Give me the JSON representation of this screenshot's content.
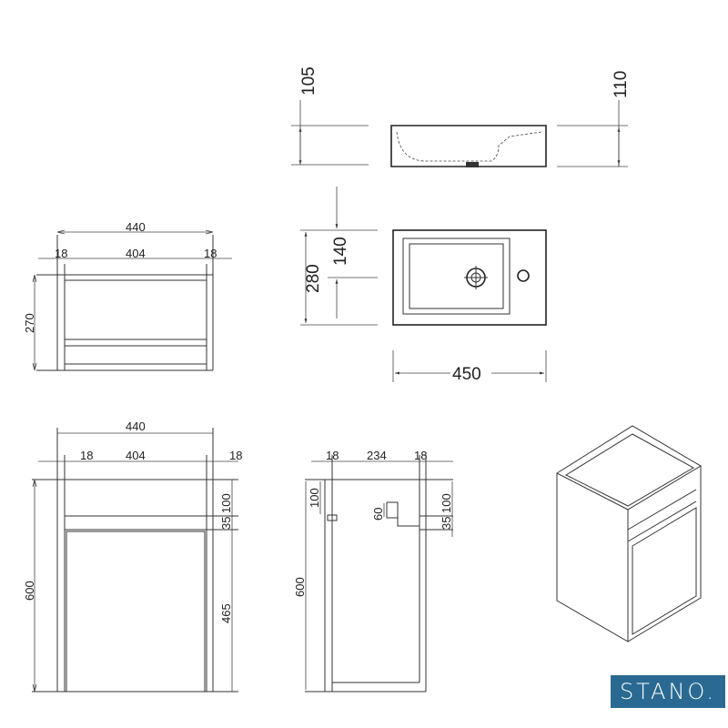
{
  "brand": {
    "name": "STANO.",
    "color": "#2a6a92"
  },
  "basin_side_view": {
    "left_height": "105",
    "right_height": "110"
  },
  "basin_plan_view": {
    "depth": "280",
    "half_depth": "140",
    "width": "450"
  },
  "cabinet_top_view": {
    "outer_width": "440",
    "left_panel": "18",
    "inner_width": "404",
    "right_panel": "18",
    "depth": "270"
  },
  "cabinet_front_view": {
    "outer_width": "440",
    "left_panel": "18",
    "inner_width": "404",
    "right_panel": "18",
    "height": "600",
    "top_rail": "100",
    "gap": "35",
    "door_height": "465"
  },
  "cabinet_side_section": {
    "left_panel": "18",
    "inner_depth": "234",
    "right_panel": "18",
    "height": "600",
    "top_rail": "100",
    "drain_height": "60",
    "gap_right": "35",
    "top_rail_right": "100"
  }
}
